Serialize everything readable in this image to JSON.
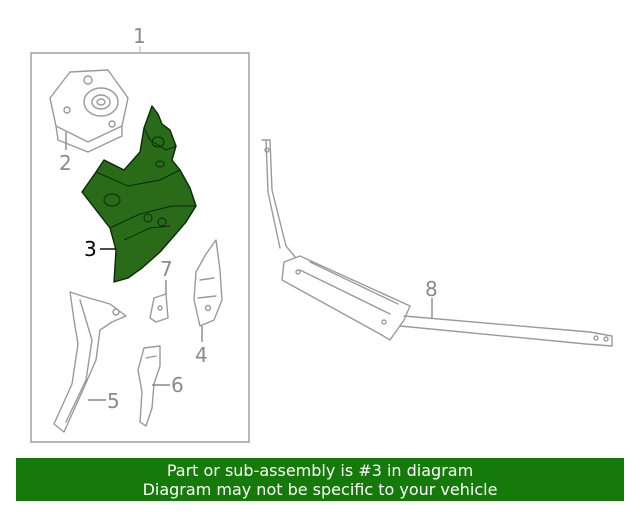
{
  "callouts": {
    "c1": "1",
    "c2": "2",
    "c3": "3",
    "c4": "4",
    "c5": "5",
    "c6": "6",
    "c7": "7",
    "c8": "8"
  },
  "highlight": {
    "part_number": "3",
    "color": "#2a6b1a"
  },
  "banner": {
    "line1": "Part or sub-assembly is #3 in diagram",
    "line2": "Diagram may not be specific to your vehicle",
    "background": "#157a09"
  }
}
